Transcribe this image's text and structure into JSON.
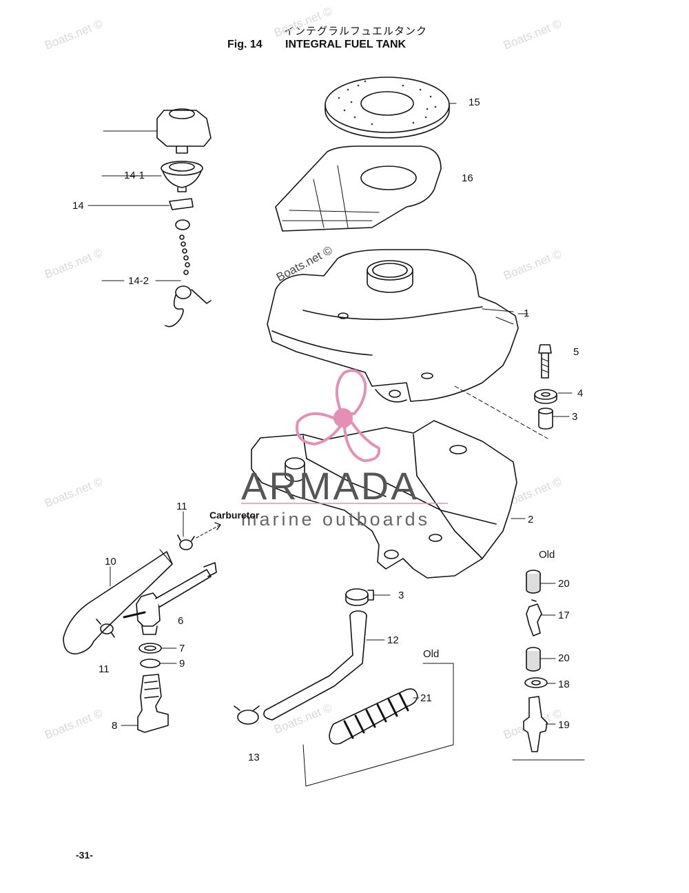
{
  "header": {
    "japanese_title": "インテグラルフュエルタンク",
    "fig_label": "Fig. 14",
    "title": "INTEGRAL FUEL TANK"
  },
  "watermarks": {
    "text": "Boats.net ©"
  },
  "branding": {
    "name": "ARMADA",
    "tagline": "marine outboards",
    "accent_color": "#e58fb7"
  },
  "callouts": {
    "c15": "15",
    "c16": "16",
    "c1": "1",
    "c5": "5",
    "c4": "4",
    "c3": "3",
    "c2": "2",
    "c14_1": "14-1",
    "c14": "14",
    "c14_2": "14-2",
    "c11_top": "11",
    "c10": "10",
    "c6": "6",
    "c7": "7",
    "c9": "9",
    "c11_bottom": "11",
    "c8": "8",
    "c3_lower": "3",
    "c12": "12",
    "c21": "21",
    "c13": "13",
    "c20_top": "20",
    "c17": "17",
    "c20_bottom": "20",
    "c18": "18",
    "c19": "19"
  },
  "notes": {
    "carburetor": "Carburetor",
    "old_left": "Old",
    "old_right": "Old"
  },
  "footer": {
    "page_number": "-31-"
  }
}
